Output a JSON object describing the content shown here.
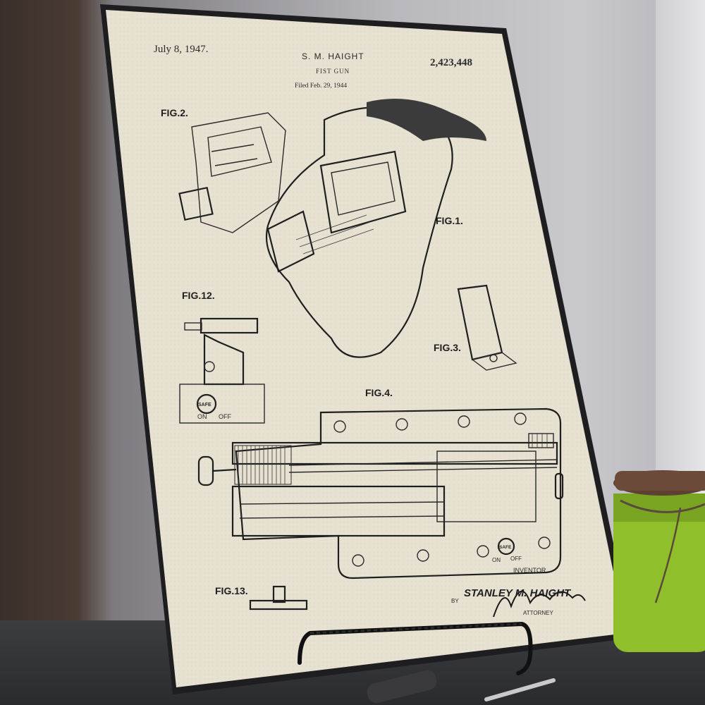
{
  "patent": {
    "date": "July 8, 1947.",
    "inventor_header": "S. M. HAIGHT",
    "patent_number": "2,423,448",
    "title": "FIST GUN",
    "filed": "Filed Feb. 29, 1944",
    "inventor_label": "INVENTOR",
    "by_label": "BY",
    "inventor_name": "STANLEY M. HAIGHT",
    "attorney_label": "ATTORNEY"
  },
  "figures": {
    "fig1": "FIG.1.",
    "fig2": "FIG.2.",
    "fig3": "FIG.3.",
    "fig4": "FIG.4.",
    "fig12": "FIG.12.",
    "fig13": "FIG.13."
  },
  "safety": {
    "safe": "SAFE",
    "on": "ON",
    "off": "OFF"
  },
  "colors": {
    "paper": "#e6e0d0",
    "frame": "#1e1e20",
    "jar_glass": "#8fbf2a",
    "jar_lid": "#6b4a3a"
  }
}
